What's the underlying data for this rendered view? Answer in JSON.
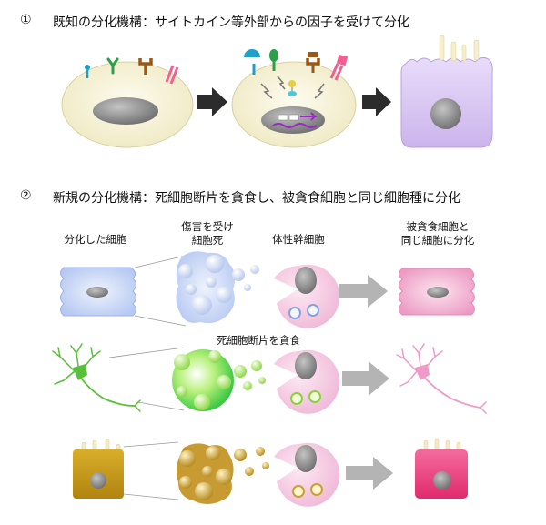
{
  "section1": {
    "number": "①",
    "title": "既知の分化機構：サイトカイン等外部からの因子を受けて分化"
  },
  "section2": {
    "number": "②",
    "title": "新規の分化機構：死細胞断片を貪食し、被貪食細胞と同じ細胞種に分化",
    "labels": {
      "differentiated_cell": "分化した細胞",
      "damaged_cell_line1": "傷害を受け",
      "damaged_cell_line2": "細胞死",
      "somatic_stem_cell": "体性幹細胞",
      "result_line1": "被貪食細胞と",
      "result_line2": "同じ細胞に分化",
      "phagocytosis": "死細胞断片を貪食"
    }
  },
  "colors": {
    "yellow_cell": "#f4f0d2",
    "purple_cell": "#d6c4f0",
    "blue_cell": "#c8d6f6",
    "pink_cell": "#f2bedd",
    "green_fragment": "#a6e66a",
    "gold_cell": "#c8a020",
    "magenta_cell": "#ec3f80",
    "arrow_dark": "#2c2c2c",
    "arrow_gray": "#b4b4b4"
  }
}
